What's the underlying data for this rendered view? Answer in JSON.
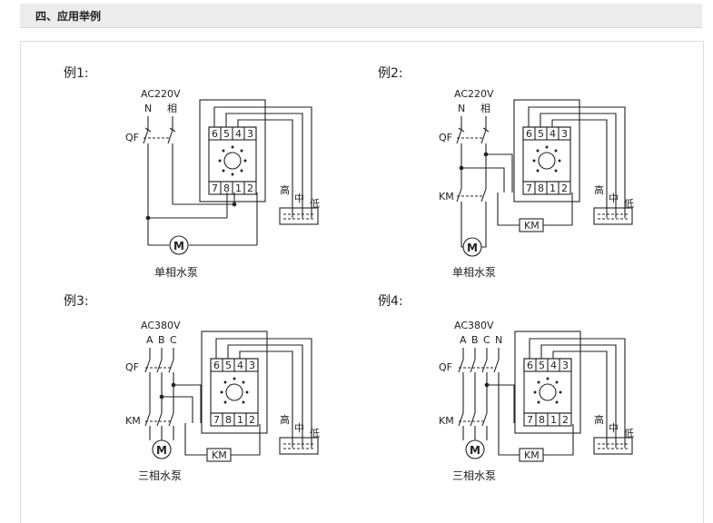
{
  "header": {
    "title": "四、应用举例"
  },
  "examples": [
    {
      "title": "例1:",
      "supply": "AC220V",
      "phases": [
        "N",
        "相"
      ],
      "breaker": "QF",
      "pins_top": [
        "6",
        "5",
        "4",
        "3"
      ],
      "pins_bottom": [
        "7",
        "8",
        "1",
        "2"
      ],
      "levels": [
        "高",
        "中",
        "低"
      ],
      "motor": "M",
      "caption": "单相水泵"
    },
    {
      "title": "例2:",
      "supply": "AC220V",
      "phases": [
        "N",
        "相"
      ],
      "breaker": "QF",
      "contactor": "KM",
      "contactor_coil": "KM",
      "pins_top": [
        "6",
        "5",
        "4",
        "3"
      ],
      "pins_bottom": [
        "7",
        "8",
        "1",
        "2"
      ],
      "levels": [
        "高",
        "中",
        "低"
      ],
      "motor": "M",
      "caption": "单相水泵"
    },
    {
      "title": "例3:",
      "supply": "AC380V",
      "phases": [
        "A",
        "B",
        "C"
      ],
      "breaker": "QF",
      "contactor": "KM",
      "contactor_coil": "KM",
      "pins_top": [
        "6",
        "5",
        "4",
        "3"
      ],
      "pins_bottom": [
        "7",
        "8",
        "1",
        "2"
      ],
      "levels": [
        "高",
        "中",
        "低"
      ],
      "motor": "M",
      "caption": "三相水泵"
    },
    {
      "title": "例4:",
      "supply": "AC380V",
      "phases": [
        "A",
        "B",
        "C",
        "N"
      ],
      "breaker": "QF",
      "contactor": "KM",
      "contactor_coil": "KM",
      "pins_top": [
        "6",
        "5",
        "4",
        "3"
      ],
      "pins_bottom": [
        "7",
        "8",
        "1",
        "2"
      ],
      "levels": [
        "高",
        "中",
        "低"
      ],
      "motor": "M",
      "caption": "三相水泵"
    }
  ]
}
